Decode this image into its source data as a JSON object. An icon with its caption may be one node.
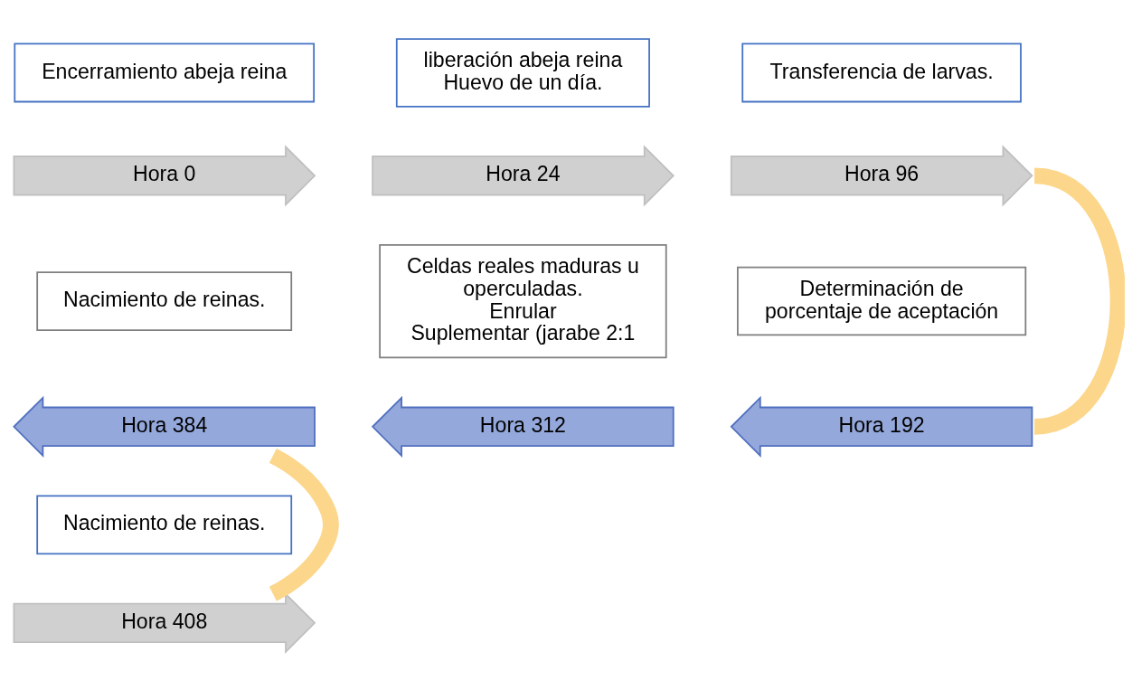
{
  "diagram": {
    "nodes": [
      {
        "text": [
          "Encerramiento abeja reina"
        ]
      },
      {
        "text": [
          "liberación abeja reina",
          "Huevo de un día."
        ]
      },
      {
        "text": [
          "Transferencia de larvas."
        ]
      },
      {
        "text": [
          "Hora 0"
        ]
      },
      {
        "text": [
          "Hora 24"
        ]
      },
      {
        "text": [
          "Hora 96"
        ]
      },
      {
        "text": [
          "Nacimiento de reinas."
        ]
      },
      {
        "text": [
          "Celdas reales maduras u operculadas.",
          "Enrular",
          "Suplementar (jarabe 2:1"
        ]
      },
      {
        "text": [
          "Determinación de porcentaje de aceptación"
        ]
      },
      {
        "text": [
          "Hora 384"
        ]
      },
      {
        "text": [
          "Hora 312"
        ]
      },
      {
        "text": [
          "Hora 192"
        ]
      },
      {
        "text": [
          "Nacimiento de reinas."
        ]
      },
      {
        "text": [
          "Hora 408"
        ]
      }
    ],
    "edges": [
      {
        "from": 5,
        "to": 11,
        "arrow": "none",
        "color": "#fcd68a"
      },
      {
        "from": 9,
        "to": 13,
        "arrow": "none",
        "color": "#fcd68a"
      }
    ]
  }
}
